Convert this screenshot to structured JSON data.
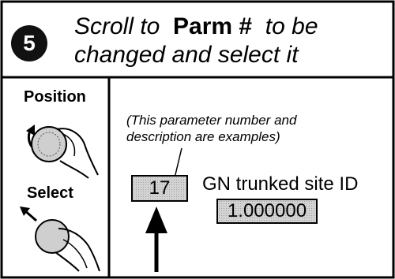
{
  "step": {
    "number": "5",
    "text_before": "Scroll to",
    "emphasis": "Parm #",
    "text_after": "to be",
    "line2": "changed and select it"
  },
  "controls": {
    "position_label": "Position",
    "select_label": "Select"
  },
  "display": {
    "note_line1": "(This parameter number and",
    "note_line2": "description are examples)",
    "parm_number": "17",
    "parm_description": "GN trunked site ID",
    "parm_value": "1.000000"
  }
}
